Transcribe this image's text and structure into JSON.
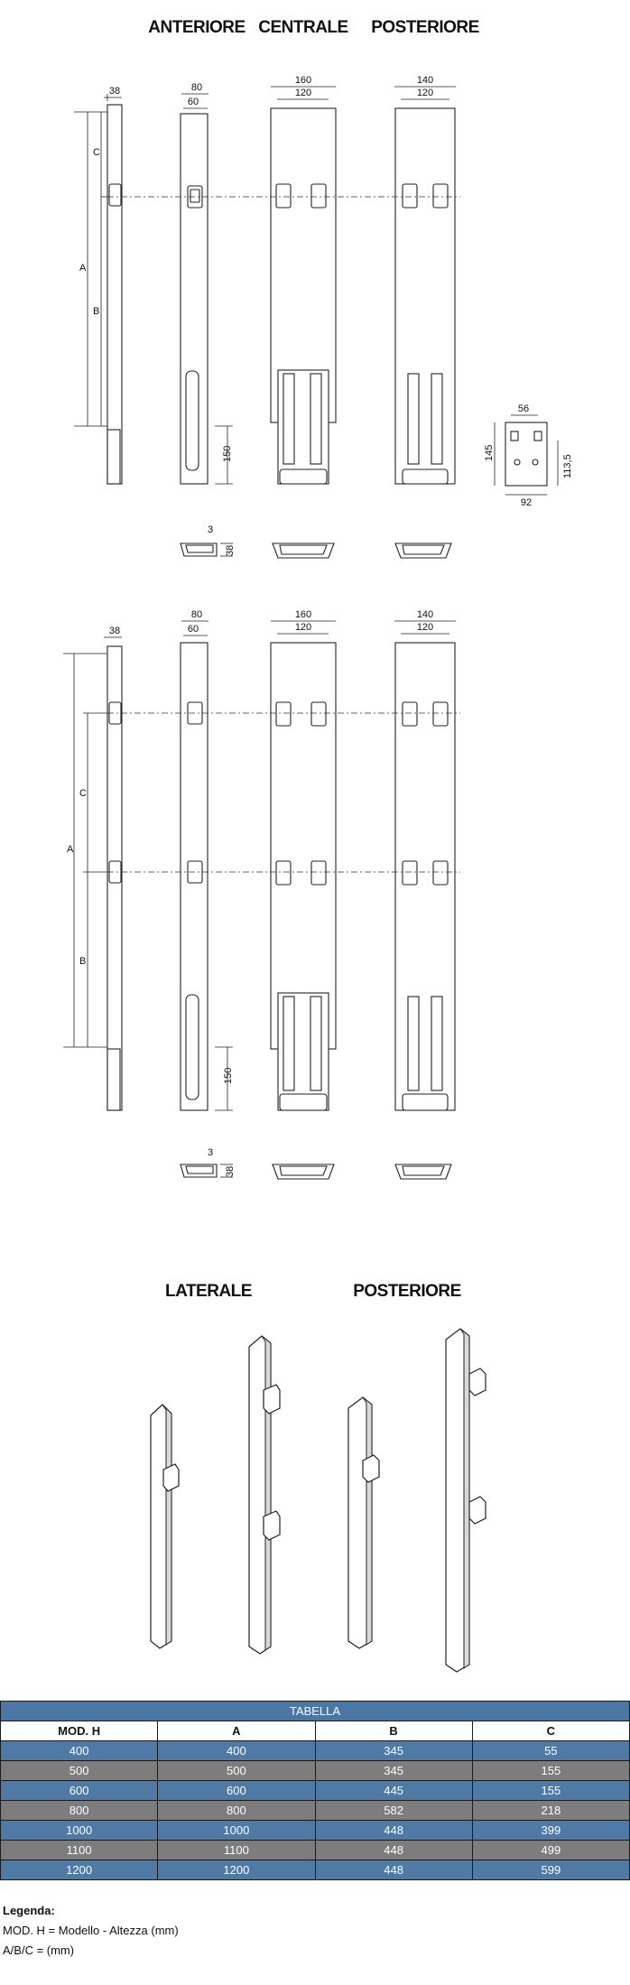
{
  "sections": {
    "top": [
      "ANTERIORE",
      "CENTRALE",
      "POSTERIORE"
    ],
    "iso": [
      "LATERALE",
      "POSTERIORE"
    ]
  },
  "dims": {
    "w38": "38",
    "w80": "80",
    "w60": "60",
    "w160": "160",
    "w120": "120",
    "w140": "140",
    "h150": "150",
    "t3": "3",
    "lA": "A",
    "lB": "B",
    "lC": "C",
    "d56": "56",
    "d145": "145",
    "d113": "113,5",
    "d92": "92"
  },
  "table": {
    "title": "TABELLA",
    "columns": [
      "MOD. H",
      "A",
      "B",
      "C"
    ],
    "rows": [
      [
        "400",
        "400",
        "345",
        "55"
      ],
      [
        "500",
        "500",
        "345",
        "155"
      ],
      [
        "600",
        "600",
        "445",
        "155"
      ],
      [
        "800",
        "800",
        "582",
        "218"
      ],
      [
        "1000",
        "1000",
        "448",
        "399"
      ],
      [
        "1100",
        "1100",
        "448",
        "499"
      ],
      [
        "1200",
        "1200",
        "448",
        "599"
      ]
    ]
  },
  "legend": {
    "title": "Legenda:",
    "line1": "MOD. H = Modello - Altezza (mm)",
    "line2": "A/B/C = (mm)"
  }
}
